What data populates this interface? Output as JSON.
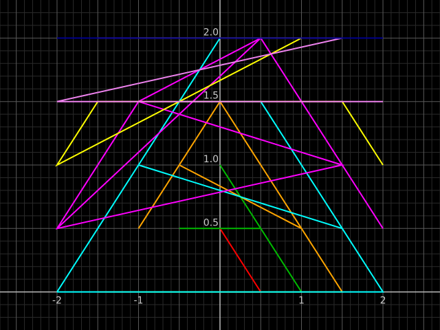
{
  "chart_data": {
    "type": "line",
    "title": "",
    "xlabel": "",
    "ylabel": "",
    "xlim": [
      -2.7,
      2.7
    ],
    "ylim": [
      -0.3,
      2.3
    ],
    "grid": true,
    "legend": "none",
    "colors": {
      "background": "#000000",
      "minor_grid": "#2a2a2a",
      "major_grid": "#5a5a5a",
      "axis": "#bbbbbb",
      "tick_label": "#cccccc"
    },
    "x_ticks": [
      {
        "value": -2,
        "label": "-2"
      },
      {
        "value": -1,
        "label": "-1"
      },
      {
        "value": 1,
        "label": "1"
      },
      {
        "value": 2,
        "label": "2"
      }
    ],
    "y_ticks": [
      {
        "value": 0.5,
        "label": "0.5"
      },
      {
        "value": 1.0,
        "label": "1.0"
      },
      {
        "value": 1.5,
        "label": "1.5"
      },
      {
        "value": 2.0,
        "label": "2.0"
      }
    ],
    "series": [
      {
        "color": "#ff0000",
        "x": [
          0.5,
          0.0,
          0.5,
          0.0
        ],
        "y": [
          0.0,
          0.5,
          0.0,
          0.0
        ]
      },
      {
        "color": "#00bb00",
        "x": [
          0.0,
          1.0,
          0.5,
          -0.5,
          0.5,
          1.0,
          -1.0
        ],
        "y": [
          1.0,
          0.0,
          0.5,
          0.5,
          0.5,
          0.0,
          0.0
        ]
      },
      {
        "color": "#ffa500",
        "x": [
          1.5,
          0.0,
          -1.0,
          -0.5,
          1.0,
          1.5,
          -1.5
        ],
        "y": [
          0.0,
          1.5,
          0.5,
          1.0,
          0.5,
          0.0,
          0.0
        ]
      },
      {
        "color": "#00ffff",
        "x": [
          2.0,
          0.5,
          -0.5,
          -2.0,
          0.0,
          -1.0,
          1.5,
          2.0,
          -2.0
        ],
        "y": [
          0.0,
          1.5,
          1.5,
          0.0,
          2.0,
          1.0,
          0.5,
          0.0,
          0.0
        ]
      },
      {
        "color": "#ff00ff",
        "x": [
          2.0,
          1.0,
          0.5,
          -2.0,
          0.5,
          -1.0,
          -2.0,
          1.5,
          -1.0
        ],
        "y": [
          0.5,
          1.5,
          2.0,
          0.5,
          2.0,
          1.5,
          0.5,
          1.0,
          1.5
        ]
      },
      {
        "color": "#ffff00",
        "x": [
          2.0,
          1.5,
          -1.5,
          -2.0,
          1.0,
          -0.5,
          -1.0,
          0.5
        ],
        "y": [
          1.0,
          1.5,
          1.5,
          1.0,
          2.0,
          2.0,
          2.0,
          2.0
        ]
      },
      {
        "color": "#ee82ee",
        "x": [
          2.0,
          -2.0,
          1.5,
          -1.5
        ],
        "y": [
          1.5,
          1.5,
          2.0,
          2.0
        ]
      },
      {
        "color": "#00008b",
        "x": [
          -2.0,
          -1.5,
          2.0,
          1.5
        ],
        "y": [
          2.0,
          2.0,
          2.0,
          2.0
        ]
      }
    ]
  }
}
